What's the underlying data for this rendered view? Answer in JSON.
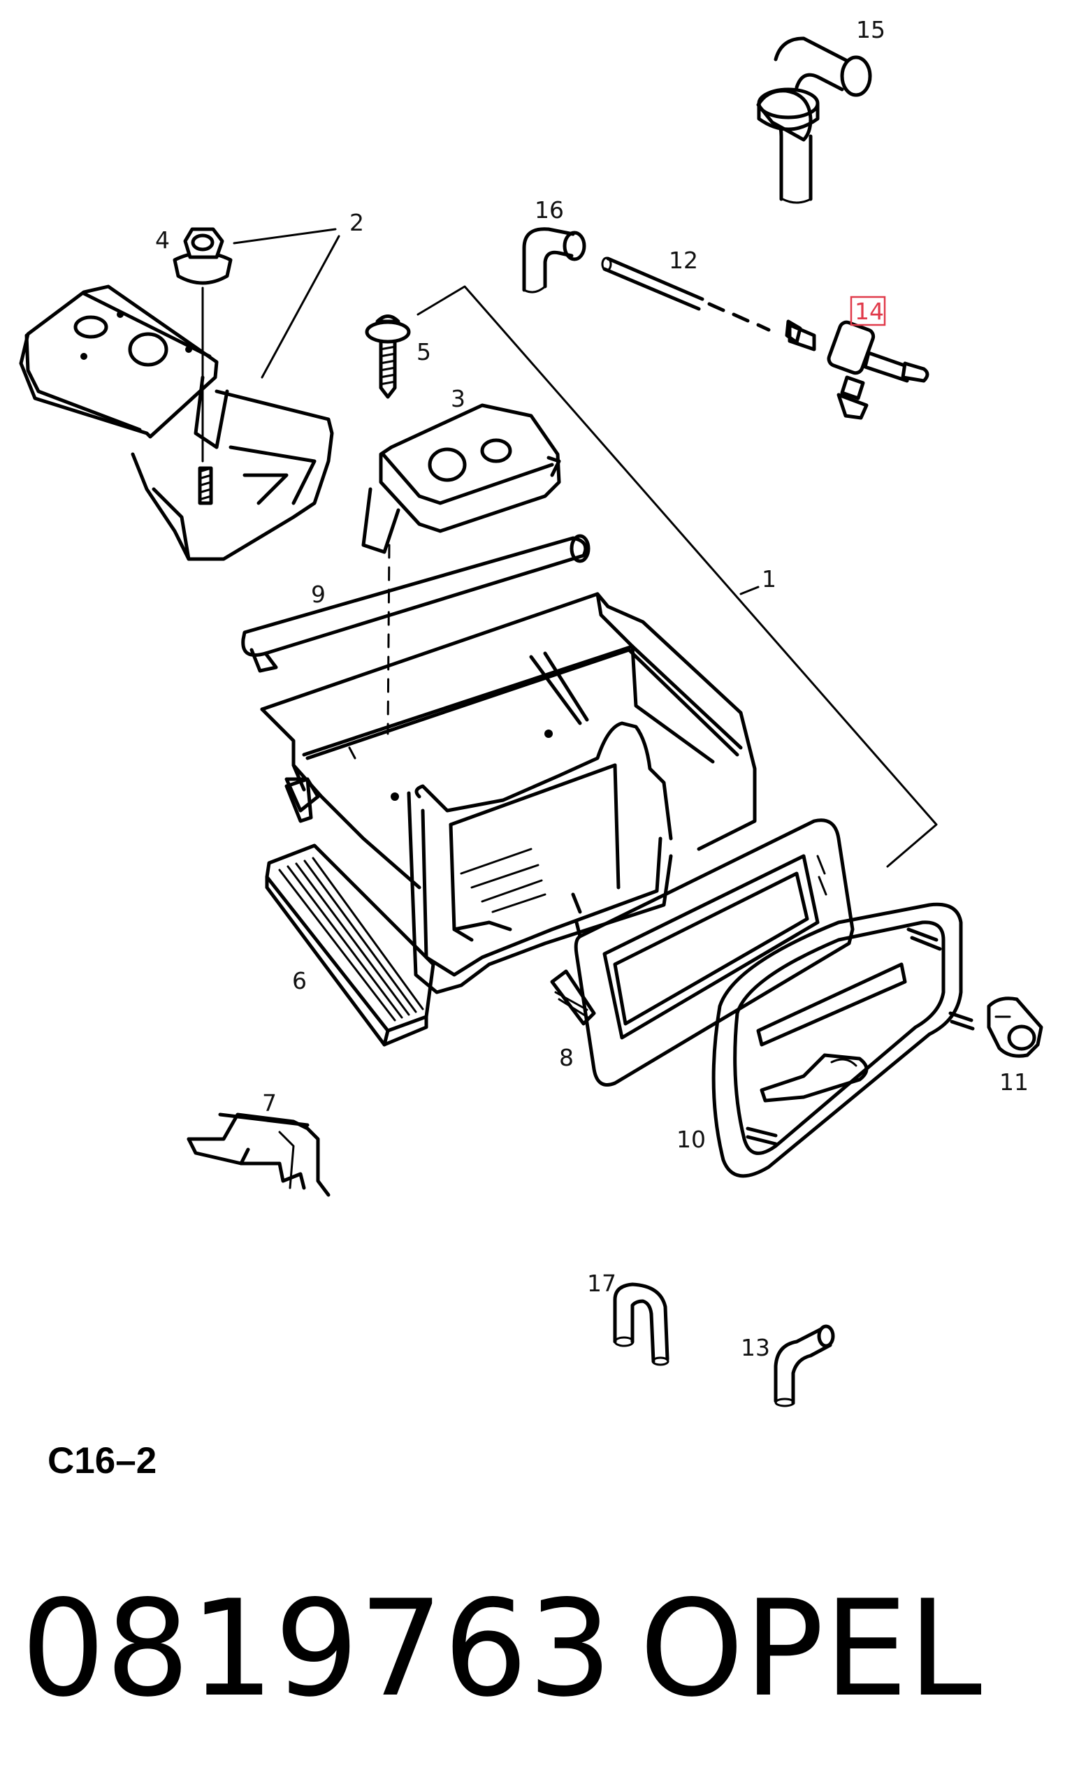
{
  "diagram": {
    "callouts": [
      {
        "id": "1",
        "text": "1"
      },
      {
        "id": "2",
        "text": "2"
      },
      {
        "id": "3",
        "text": "3"
      },
      {
        "id": "4",
        "text": "4"
      },
      {
        "id": "5",
        "text": "5"
      },
      {
        "id": "6",
        "text": "6"
      },
      {
        "id": "7",
        "text": "7"
      },
      {
        "id": "8",
        "text": "8"
      },
      {
        "id": "9",
        "text": "9"
      },
      {
        "id": "10",
        "text": "10"
      },
      {
        "id": "11",
        "text": "11"
      },
      {
        "id": "12",
        "text": "12"
      },
      {
        "id": "13",
        "text": "13"
      },
      {
        "id": "14",
        "text": "14",
        "highlighted": true,
        "highlight_color": "#e03a4a"
      },
      {
        "id": "15",
        "text": "15"
      },
      {
        "id": "16",
        "text": "16"
      },
      {
        "id": "17",
        "text": "17"
      }
    ],
    "sheet_code": "C16–2",
    "part_number": "0819763",
    "brand": "OPEL"
  }
}
